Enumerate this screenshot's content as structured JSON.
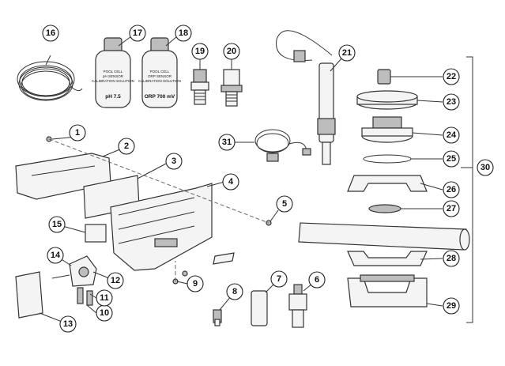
{
  "callouts": [
    "1",
    "2",
    "3",
    "4",
    "5",
    "6",
    "7",
    "8",
    "9",
    "10",
    "11",
    "12",
    "13",
    "14",
    "15",
    "16",
    "17",
    "18",
    "19",
    "20",
    "21",
    "22",
    "23",
    "24",
    "25",
    "26",
    "27",
    "28",
    "29",
    "30",
    "31"
  ],
  "bottle_17": {
    "label_top": "POOL CELL",
    "label_mid": "pH SENSOR",
    "label_sub": "CALIBRATION SOLUTION",
    "value": "pH 7.5"
  },
  "bottle_18": {
    "label_top": "POOL CELL",
    "label_mid": "ORP SENSOR",
    "label_sub": "CALIBRATION SOLUTION",
    "value": "ORP 700 mV"
  }
}
